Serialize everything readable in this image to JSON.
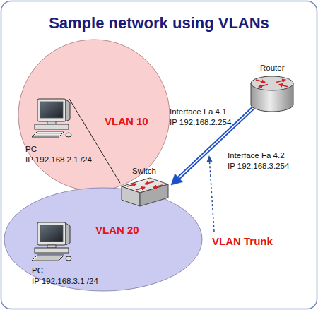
{
  "diagram": {
    "title": "Sample network using VLANs",
    "nodes": [
      {
        "text": [
          "VLAN 10"
        ]
      },
      {
        "text": [
          "PC",
          "IP 192.168.2.1 /24"
        ],
        "in": 0
      },
      {
        "text": [
          "Router"
        ]
      },
      {
        "text": [
          "Switch"
        ]
      },
      {
        "text": [
          "VLAN 20"
        ]
      },
      {
        "text": [
          "PC",
          "IP 192.168.3.1 /24"
        ],
        "in": 4
      }
    ],
    "edges": [
      {
        "from": 1,
        "to": 3,
        "arrow": "none"
      },
      {
        "from": 2,
        "to": 3,
        "arrow": "to"
      }
    ],
    "labels": [
      "Interface Fa 4.1",
      "IP 192.168.2.254",
      "Interface Fa 4.2",
      "IP 192.168.3.254",
      "VLAN Trunk"
    ]
  }
}
